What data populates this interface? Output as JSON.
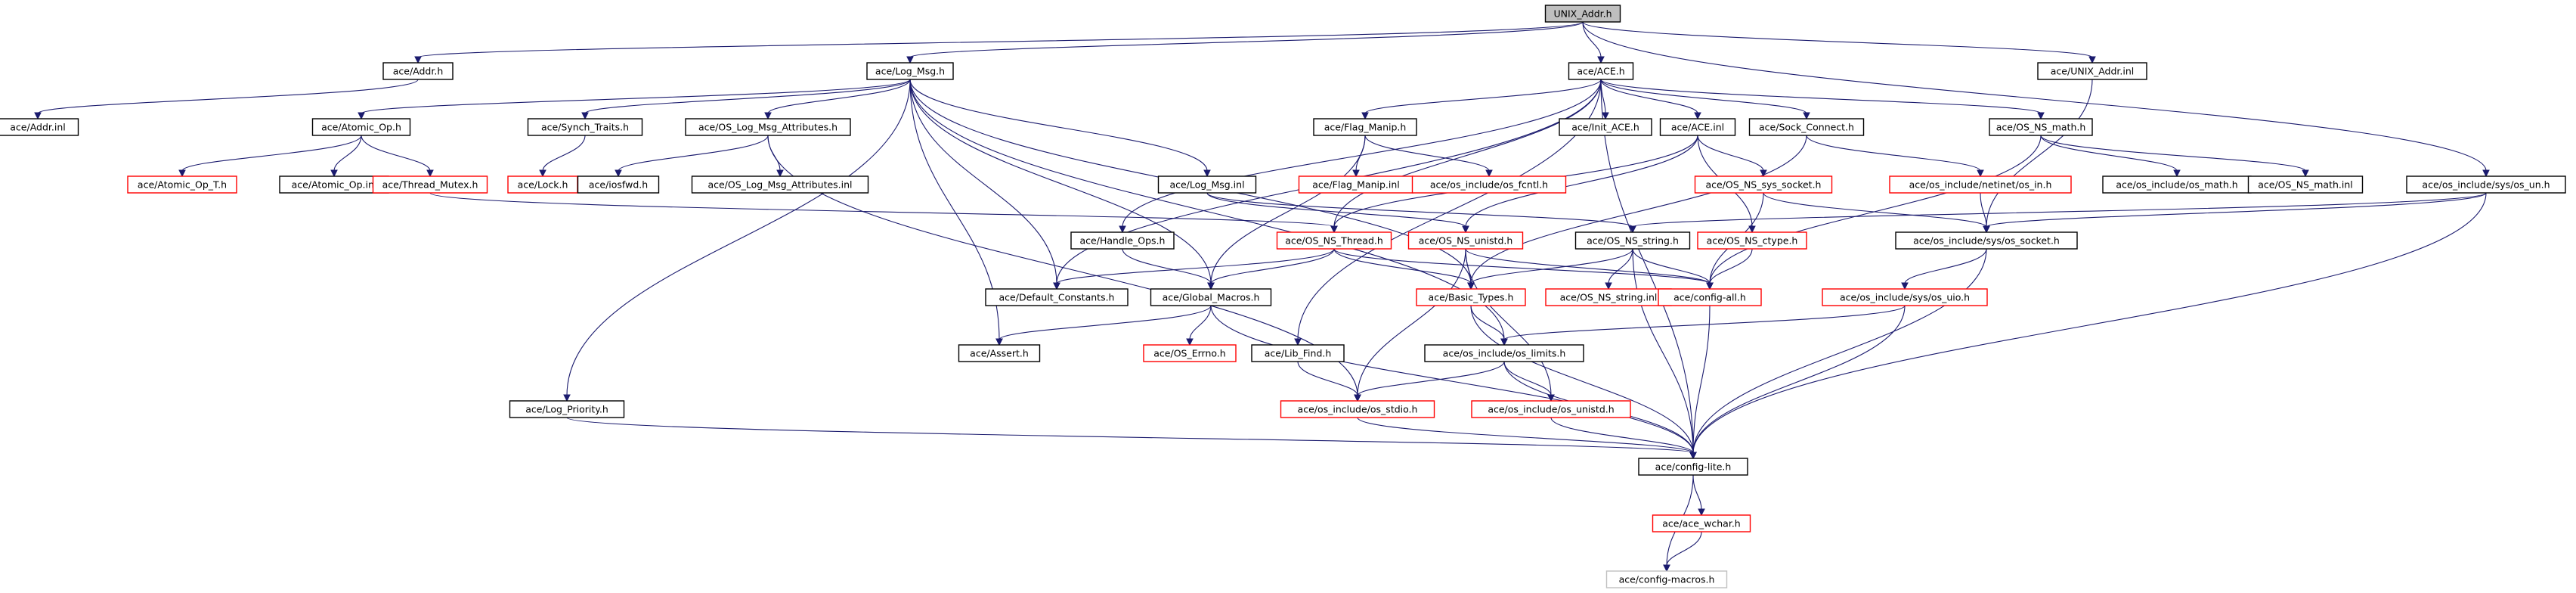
{
  "colors": {
    "edge": "#1b1b6e",
    "documented_border": "#000000",
    "undocumented_border": "#ff0000",
    "leaf_border": "#c0c0c0",
    "root_fill": "#bfbfbf"
  },
  "nodes": [
    {
      "id": "unix_addr_h",
      "label": "UNIX_Addr.h",
      "kind": "root"
    },
    {
      "id": "addr_h",
      "label": "ace/Addr.h",
      "kind": "documented"
    },
    {
      "id": "log_msg_h",
      "label": "ace/Log_Msg.h",
      "kind": "documented"
    },
    {
      "id": "ace_h",
      "label": "ace/ACE.h",
      "kind": "documented"
    },
    {
      "id": "unix_addr_inl",
      "label": "ace/UNIX_Addr.inl",
      "kind": "documented"
    },
    {
      "id": "addr_inl",
      "label": "ace/Addr.inl",
      "kind": "documented"
    },
    {
      "id": "atomic_op_h",
      "label": "ace/Atomic_Op.h",
      "kind": "documented"
    },
    {
      "id": "synch_traits_h",
      "label": "ace/Synch_Traits.h",
      "kind": "documented"
    },
    {
      "id": "os_log_msg_attr_h",
      "label": "ace/OS_Log_Msg_Attributes.h",
      "kind": "documented"
    },
    {
      "id": "flag_manip_h",
      "label": "ace/Flag_Manip.h",
      "kind": "documented"
    },
    {
      "id": "init_ace_h",
      "label": "ace/Init_ACE.h",
      "kind": "documented"
    },
    {
      "id": "ace_inl",
      "label": "ace/ACE.inl",
      "kind": "documented"
    },
    {
      "id": "sock_connect_h",
      "label": "ace/Sock_Connect.h",
      "kind": "documented"
    },
    {
      "id": "os_ns_math_h",
      "label": "ace/OS_NS_math.h",
      "kind": "documented"
    },
    {
      "id": "atomic_op_t_h",
      "label": "ace/Atomic_Op_T.h",
      "kind": "undocumented"
    },
    {
      "id": "atomic_op_inl",
      "label": "ace/Atomic_Op.inl",
      "kind": "documented"
    },
    {
      "id": "thread_mutex_h",
      "label": "ace/Thread_Mutex.h",
      "kind": "undocumented"
    },
    {
      "id": "lock_h",
      "label": "ace/Lock.h",
      "kind": "undocumented"
    },
    {
      "id": "iosfwd_h",
      "label": "ace/iosfwd.h",
      "kind": "documented"
    },
    {
      "id": "os_log_msg_attr_inl",
      "label": "ace/OS_Log_Msg_Attributes.inl",
      "kind": "documented"
    },
    {
      "id": "log_msg_inl",
      "label": "ace/Log_Msg.inl",
      "kind": "documented"
    },
    {
      "id": "flag_manip_inl",
      "label": "ace/Flag_Manip.inl",
      "kind": "undocumented"
    },
    {
      "id": "os_fcntl_h",
      "label": "ace/os_include/os_fcntl.h",
      "kind": "undocumented"
    },
    {
      "id": "os_ns_sys_socket_h",
      "label": "ace/OS_NS_sys_socket.h",
      "kind": "undocumented"
    },
    {
      "id": "netinet_in_h",
      "label": "ace/os_include/netinet/os_in.h",
      "kind": "undocumented"
    },
    {
      "id": "os_math_h",
      "label": "ace/os_include/os_math.h",
      "kind": "documented"
    },
    {
      "id": "os_ns_math_inl",
      "label": "ace/OS_NS_math.inl",
      "kind": "documented"
    },
    {
      "id": "sys_os_un_h",
      "label": "ace/os_include/sys/os_un.h",
      "kind": "documented"
    },
    {
      "id": "handle_ops_h",
      "label": "ace/Handle_Ops.h",
      "kind": "documented"
    },
    {
      "id": "os_ns_thread_h",
      "label": "ace/OS_NS_Thread.h",
      "kind": "undocumented"
    },
    {
      "id": "os_ns_unistd_h",
      "label": "ace/OS_NS_unistd.h",
      "kind": "undocumented"
    },
    {
      "id": "os_ns_string_h",
      "label": "ace/OS_NS_string.h",
      "kind": "documented"
    },
    {
      "id": "os_ns_ctype_h",
      "label": "ace/OS_NS_ctype.h",
      "kind": "undocumented"
    },
    {
      "id": "sys_os_socket_h",
      "label": "ace/os_include/sys/os_socket.h",
      "kind": "documented"
    },
    {
      "id": "default_constants_h",
      "label": "ace/Default_Constants.h",
      "kind": "documented"
    },
    {
      "id": "global_macros_h",
      "label": "ace/Global_Macros.h",
      "kind": "documented"
    },
    {
      "id": "basic_types_h",
      "label": "ace/Basic_Types.h",
      "kind": "undocumented"
    },
    {
      "id": "os_ns_string_inl",
      "label": "ace/OS_NS_string.inl",
      "kind": "undocumented"
    },
    {
      "id": "config_all_h",
      "label": "ace/config-all.h",
      "kind": "undocumented"
    },
    {
      "id": "sys_os_uio_h",
      "label": "ace/os_include/sys/os_uio.h",
      "kind": "undocumented"
    },
    {
      "id": "assert_h",
      "label": "ace/Assert.h",
      "kind": "documented"
    },
    {
      "id": "os_errno_h",
      "label": "ace/OS_Errno.h",
      "kind": "undocumented"
    },
    {
      "id": "lib_find_h",
      "label": "ace/Lib_Find.h",
      "kind": "documented"
    },
    {
      "id": "os_limits_h",
      "label": "ace/os_include/os_limits.h",
      "kind": "documented"
    },
    {
      "id": "log_priority_h",
      "label": "ace/Log_Priority.h",
      "kind": "documented"
    },
    {
      "id": "os_stdio_h",
      "label": "ace/os_include/os_stdio.h",
      "kind": "undocumented"
    },
    {
      "id": "os_unistd_h",
      "label": "ace/os_include/os_unistd.h",
      "kind": "undocumented"
    },
    {
      "id": "config_lite_h",
      "label": "ace/config-lite.h",
      "kind": "documented"
    },
    {
      "id": "ace_wchar_h",
      "label": "ace/ace_wchar.h",
      "kind": "undocumented"
    },
    {
      "id": "config_macros_h",
      "label": "ace/config-macros.h",
      "kind": "leaf"
    }
  ],
  "edges": [
    [
      "unix_addr_h",
      "addr_h"
    ],
    [
      "unix_addr_h",
      "log_msg_h"
    ],
    [
      "unix_addr_h",
      "ace_h"
    ],
    [
      "unix_addr_h",
      "unix_addr_inl"
    ],
    [
      "unix_addr_h",
      "sys_os_un_h"
    ],
    [
      "addr_h",
      "addr_inl"
    ],
    [
      "log_msg_h",
      "atomic_op_h"
    ],
    [
      "log_msg_h",
      "synch_traits_h"
    ],
    [
      "log_msg_h",
      "os_log_msg_attr_h"
    ],
    [
      "log_msg_h",
      "log_msg_inl"
    ],
    [
      "log_msg_h",
      "default_constants_h"
    ],
    [
      "log_msg_h",
      "global_macros_h"
    ],
    [
      "log_msg_h",
      "basic_types_h"
    ],
    [
      "log_msg_h",
      "assert_h"
    ],
    [
      "log_msg_h",
      "log_priority_h"
    ],
    [
      "log_msg_h",
      "os_limits_h"
    ],
    [
      "atomic_op_h",
      "atomic_op_t_h"
    ],
    [
      "atomic_op_h",
      "atomic_op_inl"
    ],
    [
      "atomic_op_h",
      "thread_mutex_h"
    ],
    [
      "synch_traits_h",
      "lock_h"
    ],
    [
      "os_log_msg_attr_h",
      "iosfwd_h"
    ],
    [
      "os_log_msg_attr_h",
      "os_log_msg_attr_inl"
    ],
    [
      "os_log_msg_attr_h",
      "os_stdio_h"
    ],
    [
      "thread_mutex_h",
      "os_ns_thread_h"
    ],
    [
      "log_msg_inl",
      "os_ns_string_h"
    ],
    [
      "log_msg_inl",
      "os_ns_unistd_h"
    ],
    [
      "ace_h",
      "flag_manip_h"
    ],
    [
      "ace_h",
      "init_ace_h"
    ],
    [
      "ace_h",
      "ace_inl"
    ],
    [
      "ace_h",
      "sock_connect_h"
    ],
    [
      "ace_h",
      "os_ns_math_h"
    ],
    [
      "ace_h",
      "handle_ops_h"
    ],
    [
      "ace_h",
      "default_constants_h"
    ],
    [
      "ace_h",
      "lib_find_h"
    ],
    [
      "ace_h",
      "os_ns_thread_h"
    ],
    [
      "ace_h",
      "config_lite_h"
    ],
    [
      "flag_manip_h",
      "flag_manip_inl"
    ],
    [
      "flag_manip_h",
      "os_fcntl_h"
    ],
    [
      "flag_manip_h",
      "global_macros_h"
    ],
    [
      "ace_inl",
      "os_ns_thread_h"
    ],
    [
      "ace_inl",
      "os_ns_unistd_h"
    ],
    [
      "ace_inl",
      "os_ns_sys_socket_h"
    ],
    [
      "ace_inl",
      "os_ns_ctype_h"
    ],
    [
      "sock_connect_h",
      "netinet_in_h"
    ],
    [
      "sock_connect_h",
      "basic_types_h"
    ],
    [
      "os_ns_math_h",
      "os_math_h"
    ],
    [
      "os_ns_math_h",
      "os_ns_math_inl"
    ],
    [
      "os_ns_math_h",
      "config_all_h"
    ],
    [
      "unix_addr_inl",
      "sys_os_socket_h"
    ],
    [
      "sys_os_un_h",
      "sys_os_socket_h"
    ],
    [
      "sys_os_un_h",
      "config_lite_h"
    ],
    [
      "sys_os_un_h",
      "os_ns_string_h"
    ],
    [
      "handle_ops_h",
      "global_macros_h"
    ],
    [
      "os_ns_thread_h",
      "default_constants_h"
    ],
    [
      "os_ns_thread_h",
      "global_macros_h"
    ],
    [
      "os_ns_thread_h",
      "basic_types_h"
    ],
    [
      "os_ns_thread_h",
      "config_all_h"
    ],
    [
      "os_ns_unistd_h",
      "basic_types_h"
    ],
    [
      "os_ns_unistd_h",
      "config_all_h"
    ],
    [
      "os_ns_unistd_h",
      "os_stdio_h"
    ],
    [
      "os_ns_unistd_h",
      "os_unistd_h"
    ],
    [
      "os_ns_string_h",
      "basic_types_h"
    ],
    [
      "os_ns_string_h",
      "os_ns_string_inl"
    ],
    [
      "os_ns_string_h",
      "config_all_h"
    ],
    [
      "os_ns_string_h",
      "config_lite_h"
    ],
    [
      "os_ns_sys_socket_h",
      "sys_os_socket_h"
    ],
    [
      "os_ns_sys_socket_h",
      "config_all_h"
    ],
    [
      "os_ns_ctype_h",
      "config_all_h"
    ],
    [
      "netinet_in_h",
      "sys_os_socket_h"
    ],
    [
      "sys_os_socket_h",
      "sys_os_uio_h"
    ],
    [
      "sys_os_socket_h",
      "config_lite_h"
    ],
    [
      "global_macros_h",
      "assert_h"
    ],
    [
      "global_macros_h",
      "os_errno_h"
    ],
    [
      "global_macros_h",
      "config_lite_h"
    ],
    [
      "basic_types_h",
      "os_limits_h"
    ],
    [
      "basic_types_h",
      "config_lite_h"
    ],
    [
      "config_all_h",
      "config_lite_h"
    ],
    [
      "sys_os_uio_h",
      "os_limits_h"
    ],
    [
      "sys_os_uio_h",
      "config_lite_h"
    ],
    [
      "lib_find_h",
      "os_stdio_h"
    ],
    [
      "os_limits_h",
      "os_stdio_h"
    ],
    [
      "os_limits_h",
      "os_unistd_h"
    ],
    [
      "os_limits_h",
      "config_lite_h"
    ],
    [
      "os_stdio_h",
      "config_lite_h"
    ],
    [
      "os_unistd_h",
      "config_lite_h"
    ],
    [
      "log_priority_h",
      "config_lite_h"
    ],
    [
      "config_lite_h",
      "ace_wchar_h"
    ],
    [
      "config_lite_h",
      "config_macros_h"
    ],
    [
      "ace_wchar_h",
      "config_macros_h"
    ]
  ]
}
